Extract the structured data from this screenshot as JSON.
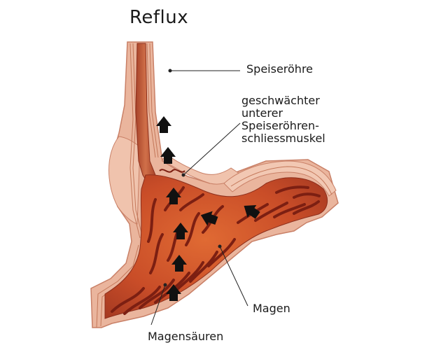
{
  "title": "Reflux",
  "labels": {
    "esophagus": "Speiseröhre",
    "sphincter": [
      "geschwächter",
      "unterer",
      "Speiseröhren-",
      "schliessmuskel"
    ],
    "stomach": "Magen",
    "acids": "Magensäuren"
  },
  "colors": {
    "outer_wall": "#e9b49c",
    "muscle_band": "#f1c4ad",
    "wall_stripe": "#c4785a",
    "lumen": "#b14a2b",
    "lumen_core": "#cf6c44",
    "stomach_inner": "#d9572a",
    "fold": "#7c1f12",
    "arrow": "#111111",
    "leader_line": "#222222"
  },
  "icons": [
    "arrow-up-icon",
    "arrow-left-icon"
  ]
}
